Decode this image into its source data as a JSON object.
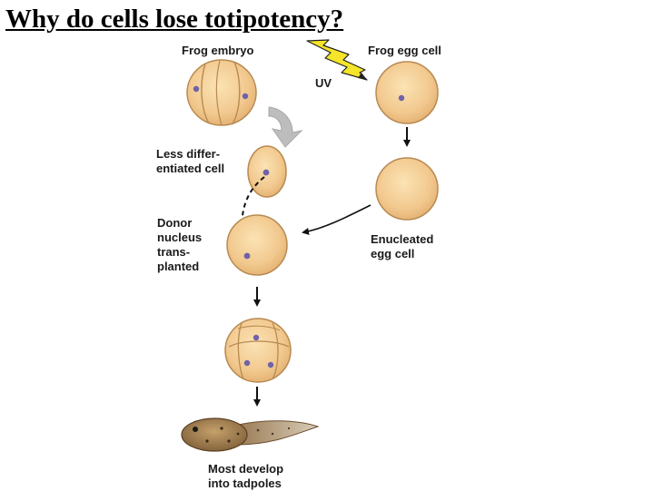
{
  "title": "Why do cells lose totipotency?",
  "labels": {
    "frog_embryo": "Frog embryo",
    "frog_egg_cell": "Frog egg cell",
    "uv": "UV",
    "less_differentiated": [
      "Less differ-",
      "entiated cell"
    ],
    "donor_nucleus": [
      "Donor",
      "nucleus",
      "trans-",
      "planted"
    ],
    "enucleated": [
      "Enucleated",
      "egg cell"
    ],
    "tadpoles": [
      "Most develop",
      "into tadpoles"
    ]
  },
  "colors": {
    "cell_fill": "#F2C98F",
    "cell_stroke": "#B78A52",
    "nucleus": "#6F62A8",
    "uv_bolt": "#F5E52A",
    "curved_arrow": "#BDBDBD",
    "arrow": "#111111"
  }
}
